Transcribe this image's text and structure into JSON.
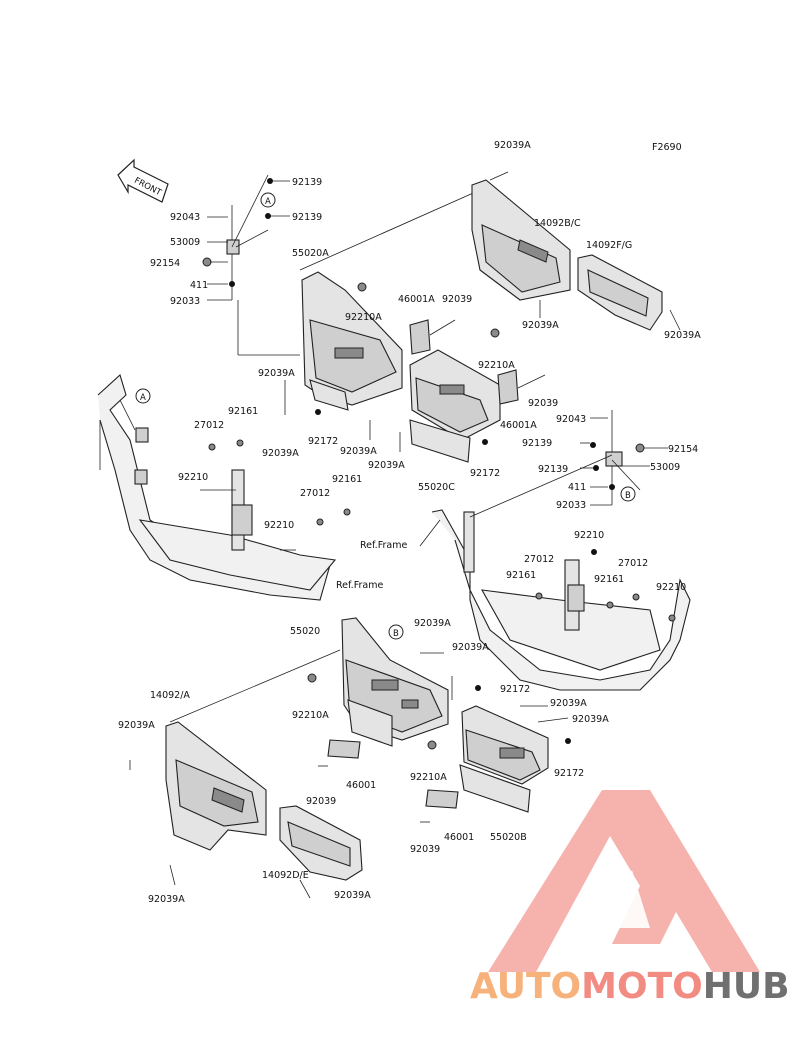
{
  "figure_code": "F2690",
  "front_badge": "FRONT",
  "callouts": {
    "a": "A",
    "b": "B"
  },
  "ref_frame": "Ref.Frame",
  "labels": {
    "l_92039A_top": "92039A",
    "l_92139_a": "92139",
    "l_92139_b": "92139",
    "l_92043_a": "92043",
    "l_53009_a": "53009",
    "l_92154_a": "92154",
    "l_411_a": "411",
    "l_92033_a": "92033",
    "l_55020A": "55020A",
    "l_92210A_a": "92210A",
    "l_46001A_a": "46001A",
    "l_92039_a": "92039",
    "l_14092BC": "14092B/C",
    "l_14092FG": "14092F/G",
    "l_92039A_b": "92039A",
    "l_92039A_c": "92039A",
    "l_92210A_b": "92210A",
    "l_92039A_d": "92039A",
    "l_92161_a": "92161",
    "l_27012_a": "27012",
    "l_92039_b": "92039",
    "l_46001A_b": "46001A",
    "l_92043_b": "92043",
    "l_92039A_e": "92039A",
    "l_92172_a": "92172",
    "l_92039A_f": "92039A",
    "l_92154_b": "92154",
    "l_92139_c": "92139",
    "l_92139_d": "92139",
    "l_53009_b": "53009",
    "l_92039A_g": "92039A",
    "l_92172_b": "92172",
    "l_55020C": "55020C",
    "l_411_b": "411",
    "l_92033_b": "92033",
    "l_92210_a": "92210",
    "l_27012_b": "27012",
    "l_92161_b": "92161",
    "l_92210_b": "92210",
    "l_ref_frame_a": "Ref.Frame",
    "l_ref_frame_b": "Ref.Frame",
    "l_92210_c": "92210",
    "l_27012_c": "27012",
    "l_27012_d": "27012",
    "l_92161_c": "92161",
    "l_92161_d": "92161",
    "l_92210_d": "92210",
    "l_55020": "55020",
    "l_92039A_h": "92039A",
    "l_92039A_i": "92039A",
    "l_92172_c": "92172",
    "l_14092A": "14092/A",
    "l_92039A_j": "92039A",
    "l_92210A_c": "92210A",
    "l_92039A_k": "92039A",
    "l_92039A_l": "92039A",
    "l_46001_a": "46001",
    "l_92039_c": "92039",
    "l_92210A_d": "92210A",
    "l_92172_d": "92172",
    "l_46001_b": "46001",
    "l_55020B": "55020B",
    "l_92039_d": "92039",
    "l_14092DE": "14092D/E",
    "l_92039A_m": "92039A",
    "l_92039A_n": "92039A"
  },
  "watermark": {
    "part1": "AUTO",
    "part2": "MOTO",
    "part3": "HUB"
  },
  "colors": {
    "watermark_orange": "#f6b27a",
    "watermark_red": "#f28b82",
    "watermark_gray": "#707070",
    "line": "#222222"
  }
}
